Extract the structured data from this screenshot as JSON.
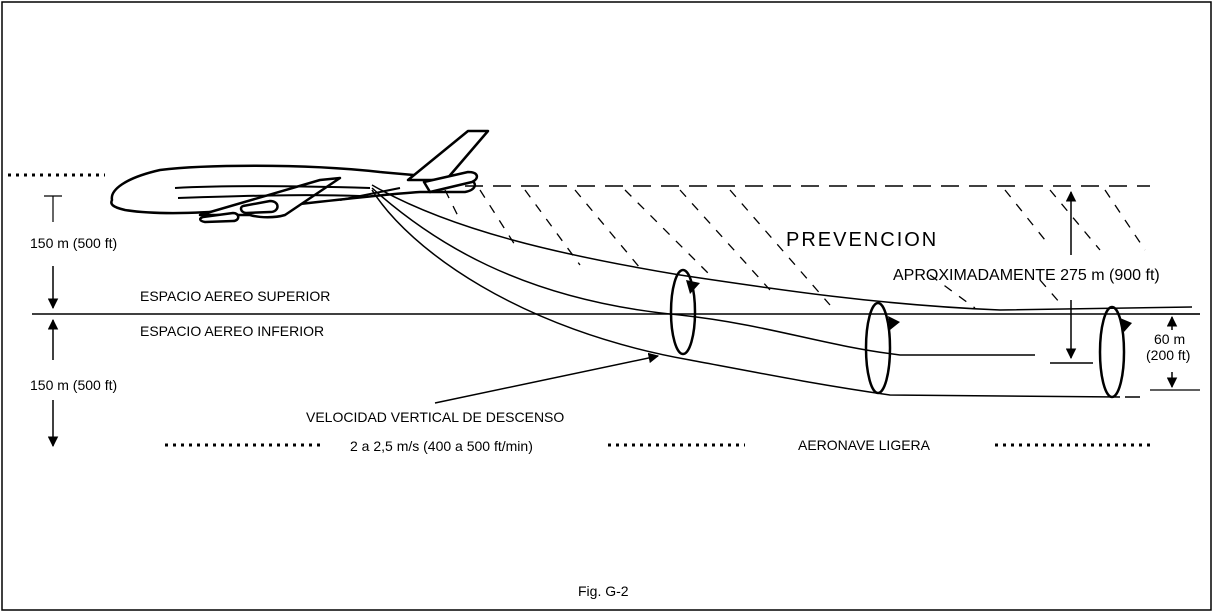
{
  "diagram": {
    "title": "PREVENCION",
    "approx_label": "APROXIMADAMENTE 275 m (900 ft)",
    "upper_space_label": "ESPACIO AEREO SUPERIOR",
    "lower_space_label": "ESPACIO AEREO INFERIOR",
    "height_upper_label": "150 m (500 ft)",
    "height_lower_label": "150 m (500 ft)",
    "vortex_height_label_1": "60 m",
    "vortex_height_label_2": "(200 ft)",
    "descent_label": "VELOCIDAD VERTICAL DE DESCENSO",
    "descent_rate_label": "2 a 2,5  m/s (400 a 500 ft/min)",
    "light_aircraft_label": "AERONAVE LIGERA",
    "figure_caption": "Fig. G-2"
  },
  "colors": {
    "ink": "#000000",
    "background": "#ffffff"
  }
}
